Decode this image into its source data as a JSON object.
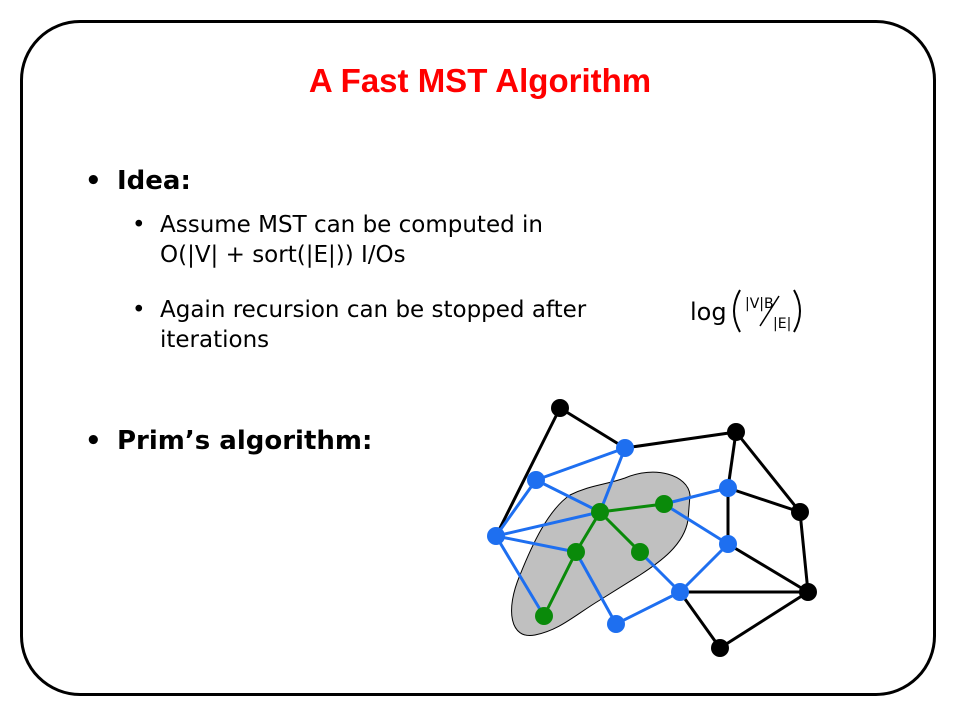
{
  "title": "A Fast MST Algorithm",
  "colors": {
    "title": "#ff0000",
    "node_black": "#000000",
    "node_blue": "#1e6ff0",
    "node_green": "#0a8a0a",
    "region_fill": "#c0c0c0"
  },
  "bullets": {
    "idea": "Idea:",
    "assume_line1": "Assume MST can be computed in",
    "assume_line2": "O(|V| + sort(|E|)) I/Os",
    "again_line1": "Again recursion can be stopped after",
    "again_line2": "iterations",
    "prims": "Prim’s algorithm:",
    "bullet_symbol": "•"
  },
  "formula": {
    "log": "log",
    "numerator": "|V|B",
    "denominator": "|E|"
  }
}
